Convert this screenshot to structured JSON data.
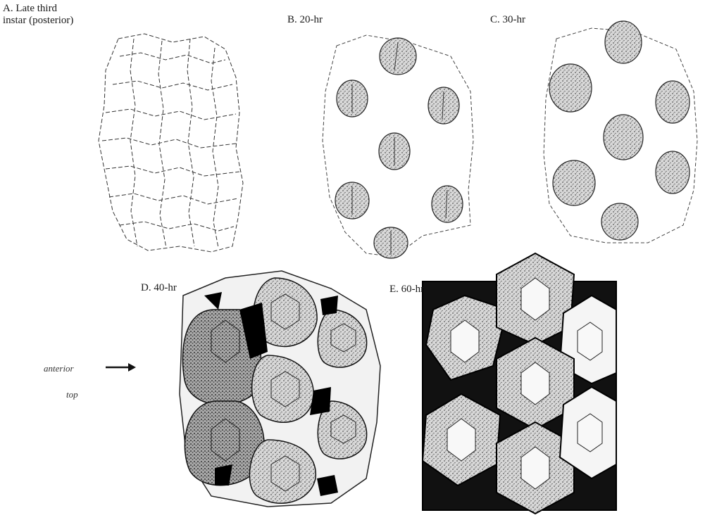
{
  "panels": {
    "a_line1": "A. Late third",
    "a_line2": "instar (posterior)",
    "b": "B. 20-hr",
    "c": "C. 30-hr",
    "d": "D. 40-hr",
    "e": "E. 60-hr"
  },
  "axis": {
    "anterior": "anterior",
    "top": "top"
  }
}
